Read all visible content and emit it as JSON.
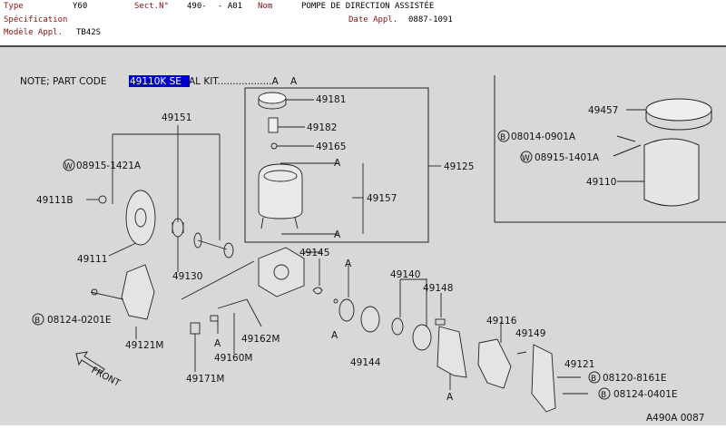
{
  "header": {
    "type_label": "Type",
    "type_value": "Y60",
    "sect_label": "Sect.N°",
    "sect_value": "490-",
    "sect_sub": "- A01",
    "nom_label": "Nom",
    "nom_value": "POMPE DE DIRECTION ASSISTÉE",
    "spec_label": "Spécification",
    "date_label": "Date Appl.",
    "date_value": "0887-1091",
    "model_label": "Modèle Appl.",
    "model_value": "TB42S"
  },
  "diagram": {
    "note_prefix": "NOTE; PART CODE ",
    "note_highlight": "49110K SE",
    "note_suffix": "AL KIT..................A",
    "highlight_color": "#0000cc",
    "parts": {
      "p49181": "49181",
      "p49182": "49182",
      "p49165": "49165",
      "p49125": "49125",
      "p49157": "49157",
      "p49151": "49151",
      "p08915_1421A": "08915-1421A",
      "p49111B": "49111B",
      "p49111": "49111",
      "p49130": "49130",
      "p49145": "49145",
      "p49140": "49140",
      "p49148": "49148",
      "p49116": "49116",
      "p49149": "49149",
      "p49121": "49121",
      "p08120_8161E": "08120-8161E",
      "p08124_0401E": "08124-0401E",
      "p08124_0201E": "08124-0201E",
      "p49121M": "49121M",
      "p49162M": "49162M",
      "p49160M": "49160M",
      "p49171M": "49171M",
      "p49144": "49144",
      "p49457": "49457",
      "p08014_0901A": "08014-0901A",
      "p08915_1401A": "08915-1401A",
      "p49110": "49110"
    },
    "ref_a": "A",
    "circle_w": "W",
    "circle_b": "B",
    "front": "FRONT",
    "ref_code": "A490A 0087"
  }
}
